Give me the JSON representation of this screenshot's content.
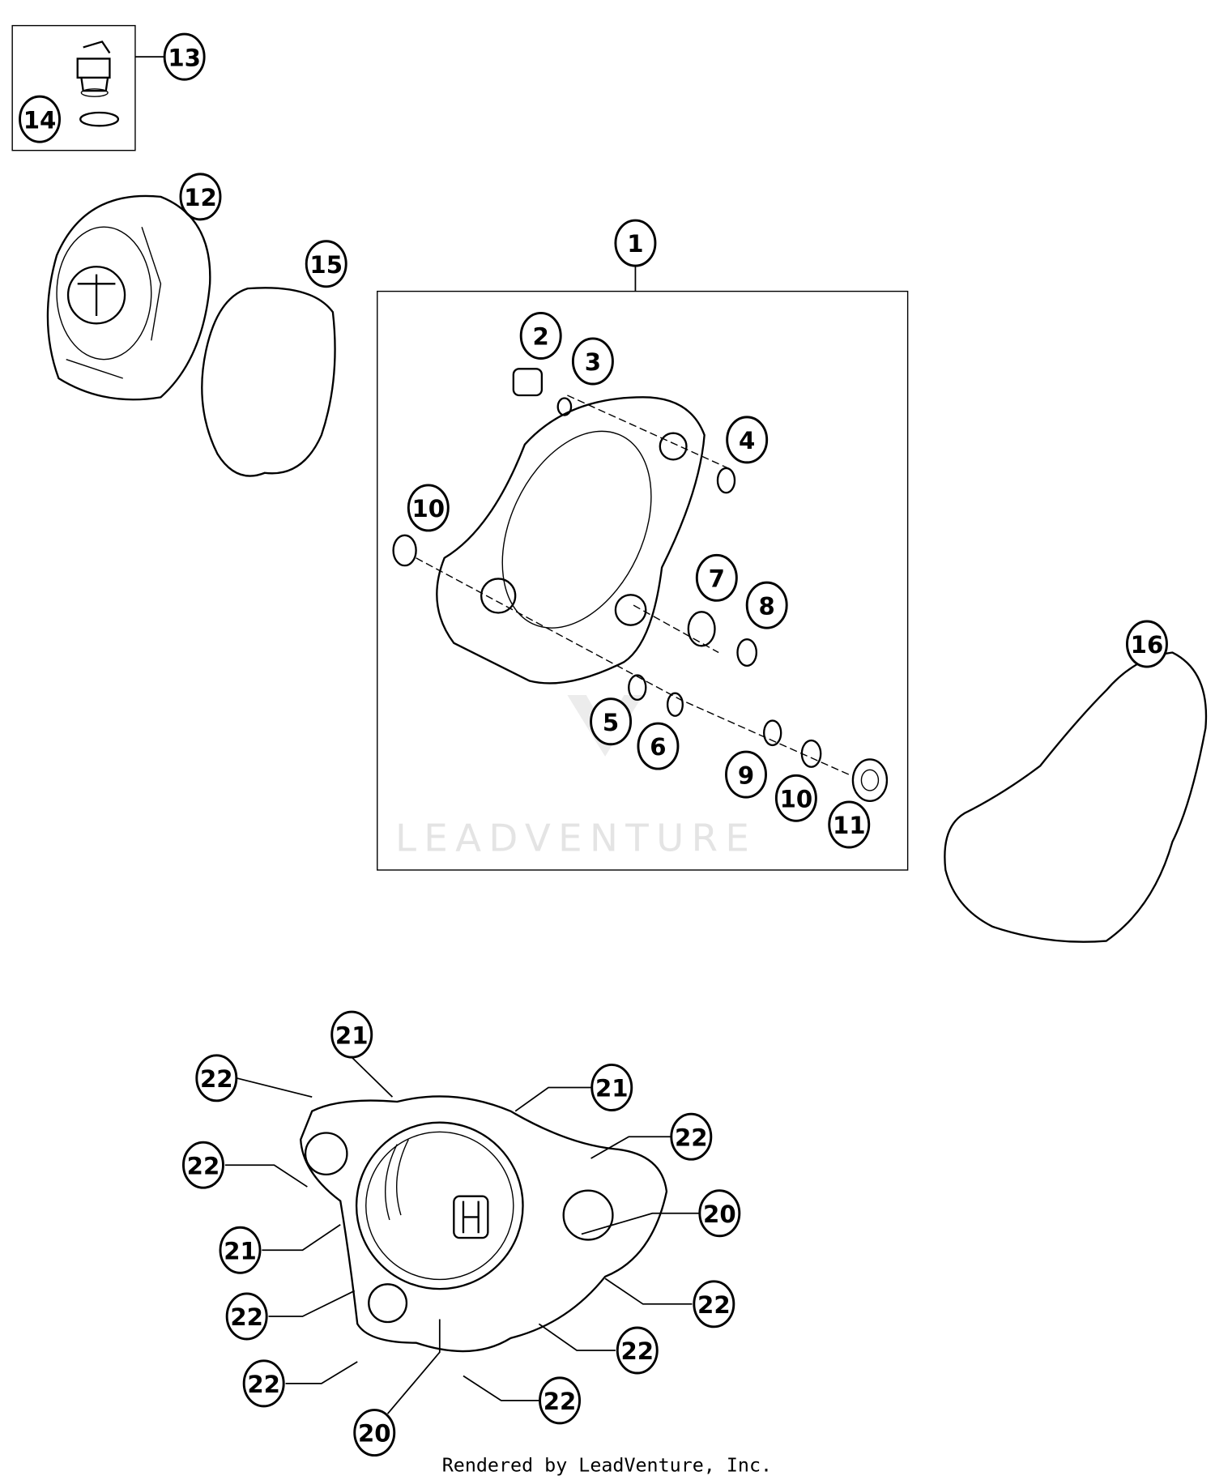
{
  "callouts": [
    "13",
    "14",
    "12",
    "15",
    "1",
    "2",
    "3",
    "4",
    "10",
    "7",
    "8",
    "16",
    "5",
    "6",
    "9",
    "10",
    "11",
    "21",
    "22",
    "21",
    "22",
    "22",
    "20",
    "21",
    "22",
    "22",
    "22",
    "22",
    "22",
    "20"
  ],
  "watermark": "LEADVENTURE",
  "footer": "Rendered by LeadVenture, Inc."
}
